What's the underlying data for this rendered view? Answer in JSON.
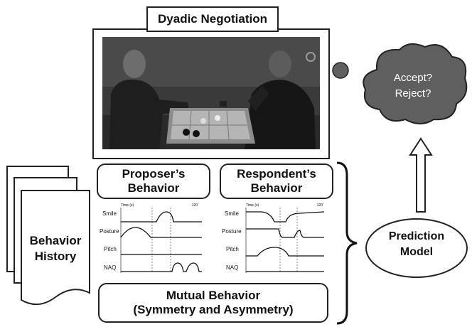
{
  "title": "Dyadic Negotiation",
  "cloud": {
    "line1": "Accept?",
    "line2": "Reject?"
  },
  "proposer": {
    "line1": "Proposer’s",
    "line2": "Behavior"
  },
  "respondent": {
    "line1": "Respondent’s",
    "line2": "Behavior"
  },
  "mutual": {
    "line1": "Mutual Behavior",
    "line2": "(Symmetry and Asymmetry)"
  },
  "history": {
    "line1": "Behavior",
    "line2": "History"
  },
  "model": {
    "line1": "Prediction",
    "line2": "Model"
  },
  "chart_rows": [
    "Smile",
    "Posture",
    "Pitch",
    "NAQ"
  ],
  "chart_time_start": "Time (s)",
  "chart_time_end": "120",
  "colors": {
    "outline": "#222222",
    "cloud": "#5f5f5f",
    "photo_bg": "#3c3c3c"
  }
}
